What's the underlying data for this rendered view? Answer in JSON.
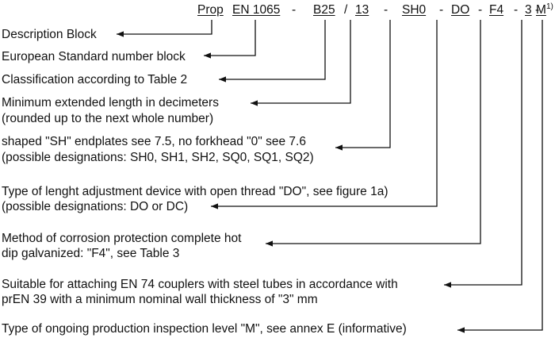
{
  "designation": {
    "parts": [
      {
        "text": "Prop",
        "underline": true
      },
      {
        "text": "EN 1065",
        "underline": true
      },
      {
        "text": "-",
        "underline": false
      },
      {
        "text": "B25",
        "underline": true
      },
      {
        "text": "/",
        "underline": false
      },
      {
        "text": "13",
        "underline": true
      },
      {
        "text": "-",
        "underline": false
      },
      {
        "text": "SH0",
        "underline": true
      },
      {
        "text": "-",
        "underline": false
      },
      {
        "text": "DO",
        "underline": true
      },
      {
        "text": "-",
        "underline": false
      },
      {
        "text": "F4",
        "underline": true
      },
      {
        "text": "-",
        "underline": false
      },
      {
        "text": "3",
        "underline": true
      },
      {
        "text": "-",
        "underline": false
      },
      {
        "text": "M",
        "underline": true
      }
    ],
    "footnote_mark": "1)"
  },
  "descriptions": [
    {
      "lines": [
        "Description Block"
      ]
    },
    {
      "lines": [
        "European Standard number block"
      ]
    },
    {
      "lines": [
        "Classification according to Table 2"
      ]
    },
    {
      "lines": [
        "Minimum extended length in decimeters",
        "(rounded up to the next whole number)"
      ]
    },
    {
      "lines": [
        "shaped \"SH\" endplates see 7.5, no forkhead \"0\" see 7.6",
        "(possible designations: SH0, SH1, SH2, SQ0, SQ1, SQ2)"
      ]
    },
    {
      "lines": [
        "Type of lenght adjustment device with open thread \"DO\", see figure 1a)",
        "(possible designations: DO or DC)"
      ]
    },
    {
      "lines": [
        "Method of corrosion protection complete hot",
        "dip galvanized: \"F4\", see Table 3"
      ]
    },
    {
      "lines": [
        "Suitable for attaching EN 74 couplers with steel tubes in accordance with",
        "prEN 39 with a minimum nominal wall thickness of \"3\" mm"
      ]
    },
    {
      "lines": [
        "Type of ongoing production inspection level \"M\", see annex E (informative)"
      ]
    }
  ],
  "colors": {
    "ink": "#111111",
    "background": "#ffffff"
  }
}
